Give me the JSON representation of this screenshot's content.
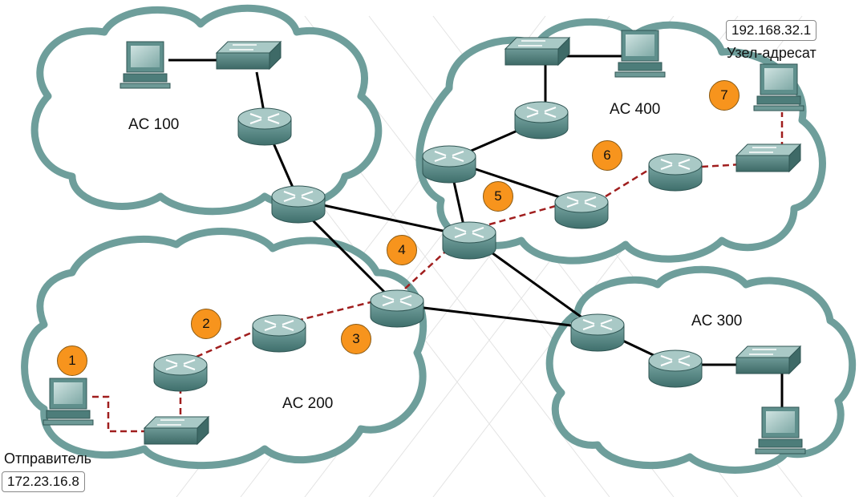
{
  "as_labels": {
    "as100": "AC 100",
    "as200": "AC 200",
    "as300": "AC 300",
    "as400": "AC 400"
  },
  "sender": {
    "label": "Отправитель",
    "ip": "172.23.16.8"
  },
  "destination": {
    "label": "Узел-адресат",
    "ip": "192.168.32.1"
  },
  "steps": [
    "1",
    "2",
    "3",
    "4",
    "5",
    "6",
    "7"
  ],
  "colors": {
    "cloud_fill": "#ffffff",
    "cloud_stroke": "#6e9e9b",
    "device_body": "#5f8f8c",
    "device_top": "#a9c9c6",
    "badge": "#f7941d",
    "link": "#000000",
    "path": "#a01e1e",
    "grid": "#e3e3e3"
  },
  "icons": {
    "router": "router-icon",
    "switch": "switch-icon",
    "pc": "pc-icon"
  }
}
